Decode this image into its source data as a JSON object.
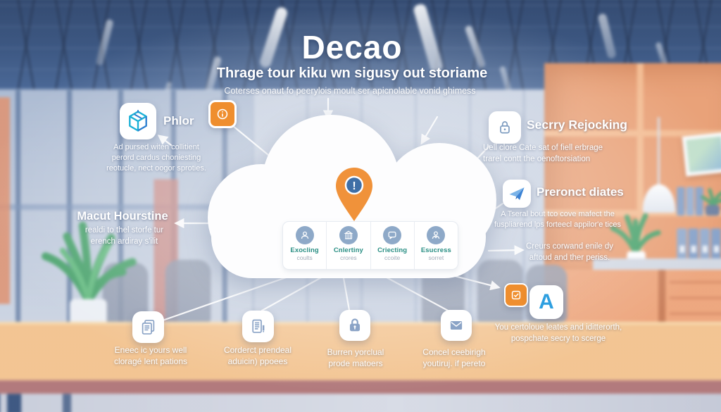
{
  "colors": {
    "accent_orange": "#EF8E2E",
    "accent_teal": "#2A8F84",
    "icon_blue": "#8AA3C6",
    "brand_blue": "#2E9FE0",
    "ceiling_navy": "#2C4977",
    "desk_sand": "#F6C289",
    "shelf_orange": "#EB9B6C"
  },
  "header": {
    "title": "Decao",
    "subtitle": "Thrage tour kiku wn sigusy out storiame",
    "tagline": "Coterses onaut fo peerylois moult ser apicnolable vonid ghimess"
  },
  "cloud": {
    "pin_icon": "location-pin-icon",
    "pin_badge": "!",
    "cards": [
      {
        "title": "Exocling",
        "subtitle": "coults",
        "icon": "user-icon"
      },
      {
        "title": "Cnlertiny",
        "subtitle": "crores",
        "icon": "building-icon"
      },
      {
        "title": "Criecting",
        "subtitle": "ccoite",
        "icon": "chat-bubble-icon"
      },
      {
        "title": "Esucress",
        "subtitle": "sorret",
        "icon": "user-icon"
      }
    ]
  },
  "callouts": {
    "phlor": {
      "label": "Phlor",
      "icon": "cube-icon",
      "description": "Ad pursed witen collitient\nperord cardus choniesting\nreotucle, nect oogor sproties."
    },
    "alert": {
      "icon": "info-circle-icon"
    },
    "macut": {
      "title": "Macut Hourstine",
      "description": "realdi to thel storfe tur\nerench ardiray s'ilit"
    },
    "secry": {
      "label": "Secrry Rejocking",
      "icon": "padlock-outline-icon",
      "description": "Uell clore Cate sat of fiell erbrage\ntrarel contt the oenoftorsiation"
    },
    "preront": {
      "label": "Preronct diates",
      "icon": "paper-plane-icon",
      "description": "A Tseral bout tco cove mafect the\nfuspliarend lps forteecl appilor'e tices"
    },
    "craurs": {
      "description": "Creurs corwand enile dy\naftoud and ther periss."
    },
    "apps": {
      "badge_icon": "check-badge-icon",
      "letter": "A",
      "description": "You certoloue leates and iditterorth,\npospchate secry to scerge"
    }
  },
  "bottom_items": [
    {
      "icon": "documents-icon",
      "caption": "Eneec ic yours well\ncloragé lent pations"
    },
    {
      "icon": "document-pen-icon",
      "caption": "Corderct prendeal\naduicin) ppoees"
    },
    {
      "icon": "lock-icon",
      "caption": "Burren yorclual\nprode matoers"
    },
    {
      "icon": "envelope-icon",
      "caption": "Concel ceebirigh\nyoutiruj. if pereto"
    }
  ]
}
